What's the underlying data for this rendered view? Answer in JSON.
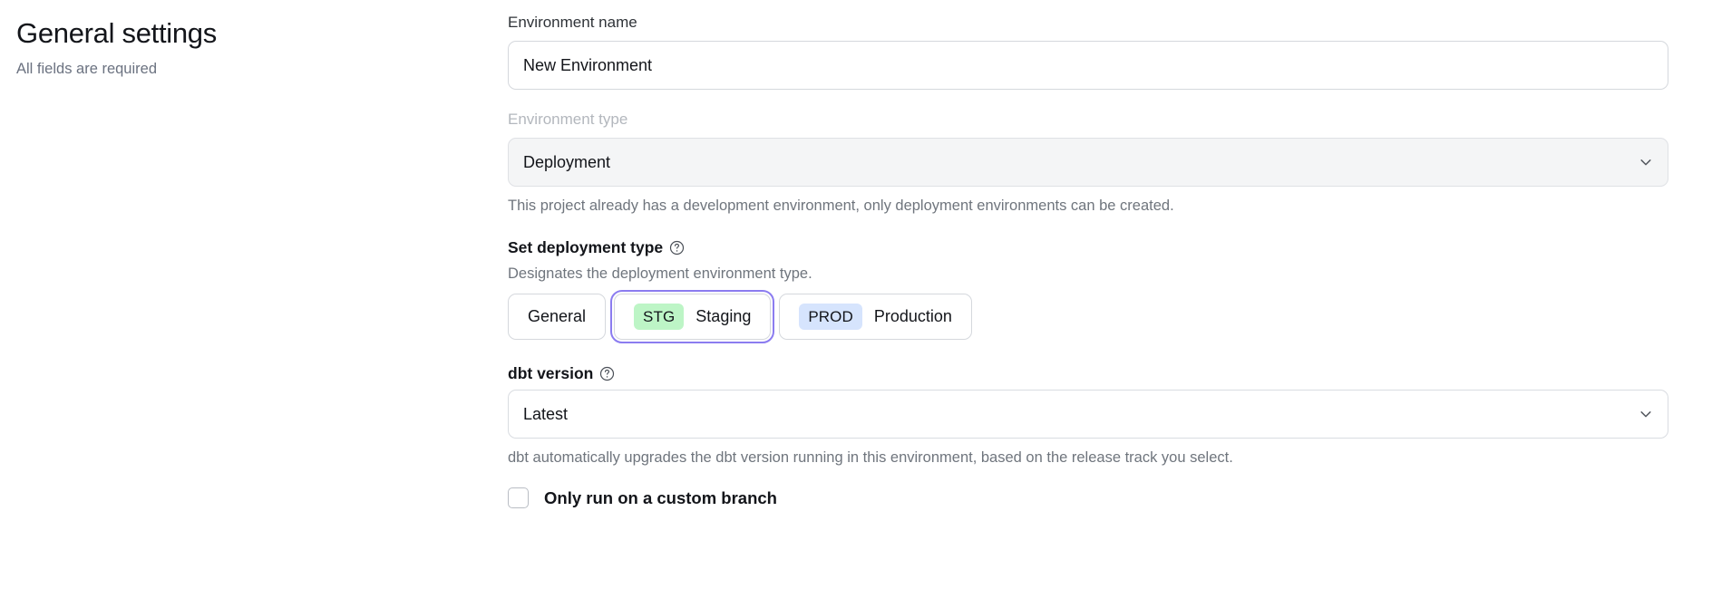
{
  "header": {
    "title": "General settings",
    "subtitle": "All fields are required"
  },
  "form": {
    "environment_name": {
      "label": "Environment name",
      "value": "New Environment",
      "placeholder": "Environment name"
    },
    "environment_type": {
      "label": "Environment type",
      "value": "Deployment",
      "disabled": true,
      "helper": "This project already has a development environment, only deployment environments can be created."
    },
    "deployment_type": {
      "label": "Set deployment type",
      "help_icon": "question-circle-icon",
      "description": "Designates the deployment environment type.",
      "selected": "Staging",
      "options": [
        {
          "label": "General",
          "badge": "",
          "selected": false
        },
        {
          "label": "Staging",
          "badge": "STG",
          "selected": true
        },
        {
          "label": "Production",
          "badge": "PROD",
          "selected": false
        }
      ]
    },
    "dbt_version": {
      "label": "dbt version",
      "help_icon": "question-circle-icon",
      "value": "Latest",
      "helper": "dbt automatically upgrades the dbt version running in this environment, based on the release track you select."
    },
    "custom_branch": {
      "label": "Only run on a custom branch",
      "checked": false
    }
  },
  "colors": {
    "focus_ring": "#8b7cf0",
    "badge_stg_bg": "#bdf5c6",
    "badge_prod_bg": "#d6e4fd",
    "text_primary": "#13151a",
    "text_muted": "#6f757d",
    "disabled_label": "#b3b7bd"
  }
}
